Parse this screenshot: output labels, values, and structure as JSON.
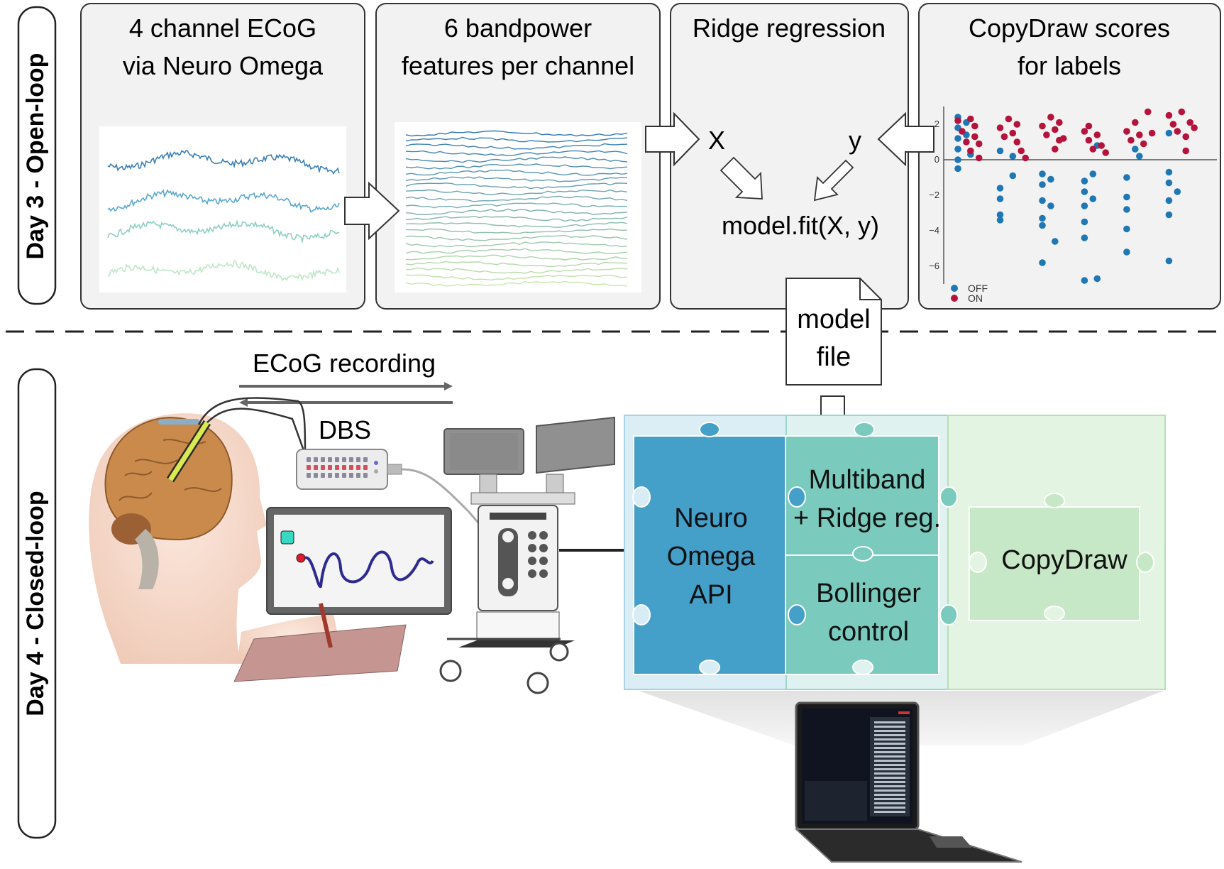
{
  "labels": {
    "day3": "Day 3 - Open-loop",
    "day4": "Day 4 - Closed-loop"
  },
  "panels": {
    "ecog": {
      "line1": "4 channel ECoG",
      "line2": "via Neuro Omega"
    },
    "bandpower": {
      "line1": "6 bandpower",
      "line2": "features per channel"
    },
    "ridge": {
      "title": "Ridge regression",
      "x": "X",
      "y": "y",
      "fit": "model.fit(X, y)"
    },
    "copydraw": {
      "line1": "CopyDraw scores",
      "line2": "for labels"
    }
  },
  "model_file": {
    "line1": "model",
    "line2": "file"
  },
  "closed_loop": {
    "ecog_recording": "ECoG recording",
    "dbs": "DBS"
  },
  "modules": {
    "neuro_omega": [
      "Neuro",
      "Omega",
      "API"
    ],
    "multiband": [
      "Multiband",
      "+ Ridge reg."
    ],
    "bollinger": [
      "Bollinger",
      "control"
    ],
    "copydraw": "CopyDraw"
  },
  "colors": {
    "neuro_omega": "#449fc9",
    "multiband": "#7acbbe",
    "copydraw_module": "#c6e8c6",
    "panel_bg": "#f2f2f2",
    "off": "#1f77b4",
    "on": "#b5133b"
  },
  "chart_data": {
    "type": "scatter",
    "ylim": [
      -7,
      3
    ],
    "yticks": [
      "2",
      "0",
      "−2",
      "−4",
      "−6"
    ],
    "ytick_values": [
      2,
      0,
      -2,
      -4,
      -6
    ],
    "series": [
      {
        "name": "OFF",
        "color": "#1f77b4",
        "points": [
          [
            1,
            2.4
          ],
          [
            1,
            1.8
          ],
          [
            1,
            1.2
          ],
          [
            1,
            0.6
          ],
          [
            1,
            0
          ],
          [
            1,
            -0.5
          ],
          [
            1.2,
            2.1
          ],
          [
            1.2,
            1.4
          ],
          [
            1.3,
            0.3
          ],
          [
            2,
            0.5
          ],
          [
            2,
            -1.6
          ],
          [
            2,
            -2.2
          ],
          [
            2,
            -3.1
          ],
          [
            2,
            -3.4
          ],
          [
            2.3,
            0.2
          ],
          [
            2.3,
            -0.9
          ],
          [
            3,
            -0.8
          ],
          [
            3,
            -1.4
          ],
          [
            3,
            -2.3
          ],
          [
            3,
            -3.3
          ],
          [
            3,
            -3.7
          ],
          [
            3,
            -5.8
          ],
          [
            3.2,
            -1.1
          ],
          [
            3.2,
            -2.6
          ],
          [
            3.3,
            -4.6
          ],
          [
            4,
            -1.2
          ],
          [
            4,
            -1.8
          ],
          [
            4,
            -2.6
          ],
          [
            4,
            -3.5
          ],
          [
            4,
            -4.4
          ],
          [
            4,
            -6.8
          ],
          [
            4.2,
            -0.8
          ],
          [
            4.2,
            -2.2
          ],
          [
            4.3,
            -6.7
          ],
          [
            4.3,
            0.8
          ],
          [
            5,
            -1
          ],
          [
            5,
            -2.1
          ],
          [
            5,
            -2.8
          ],
          [
            5,
            -3.9
          ],
          [
            5,
            -5.2
          ],
          [
            5.2,
            0.6
          ],
          [
            5.3,
            0.2
          ],
          [
            6,
            -0.7
          ],
          [
            6,
            -1.3
          ],
          [
            6,
            -2.3
          ],
          [
            6,
            -3.1
          ],
          [
            6,
            -5.7
          ],
          [
            6,
            1.5
          ],
          [
            6.2,
            -1.8
          ]
        ]
      },
      {
        "name": "ON",
        "color": "#b5133b",
        "points": [
          [
            1,
            2.2
          ],
          [
            1.1,
            1.6
          ],
          [
            1.2,
            1
          ],
          [
            1.3,
            2.3
          ],
          [
            1.4,
            1.9
          ],
          [
            1.4,
            1.3
          ],
          [
            1.5,
            0.9
          ],
          [
            1.5,
            0.1
          ],
          [
            1.3,
            0.5
          ],
          [
            2,
            1.8
          ],
          [
            2.1,
            1.3
          ],
          [
            2.2,
            2.3
          ],
          [
            2.3,
            1.5
          ],
          [
            2.4,
            1
          ],
          [
            2.5,
            0.5
          ],
          [
            2.4,
            2
          ],
          [
            2.6,
            0.1
          ],
          [
            3,
            1.9
          ],
          [
            3.1,
            1.4
          ],
          [
            3.2,
            2.4
          ],
          [
            3.3,
            1.7
          ],
          [
            3.4,
            1.1
          ],
          [
            3.3,
            0.6
          ],
          [
            3.5,
            1.2
          ],
          [
            3.4,
            2.1
          ],
          [
            4,
            1.6
          ],
          [
            4.1,
            1.1
          ],
          [
            4.2,
            0.6
          ],
          [
            4.1,
            1.9
          ],
          [
            4.3,
            1.4
          ],
          [
            4.4,
            0.8
          ],
          [
            4.5,
            0.4
          ],
          [
            5,
            1.6
          ],
          [
            5.1,
            1.1
          ],
          [
            5.2,
            2.1
          ],
          [
            5.3,
            1.4
          ],
          [
            5.4,
            0.9
          ],
          [
            5.5,
            2.7
          ],
          [
            5.6,
            1.5
          ],
          [
            6,
            2.5
          ],
          [
            6.1,
            2
          ],
          [
            6.2,
            1.6
          ],
          [
            6.3,
            2.7
          ],
          [
            6.4,
            1.3
          ],
          [
            6.4,
            0.5
          ],
          [
            6.5,
            2.1
          ],
          [
            6.6,
            1.8
          ]
        ]
      }
    ]
  }
}
